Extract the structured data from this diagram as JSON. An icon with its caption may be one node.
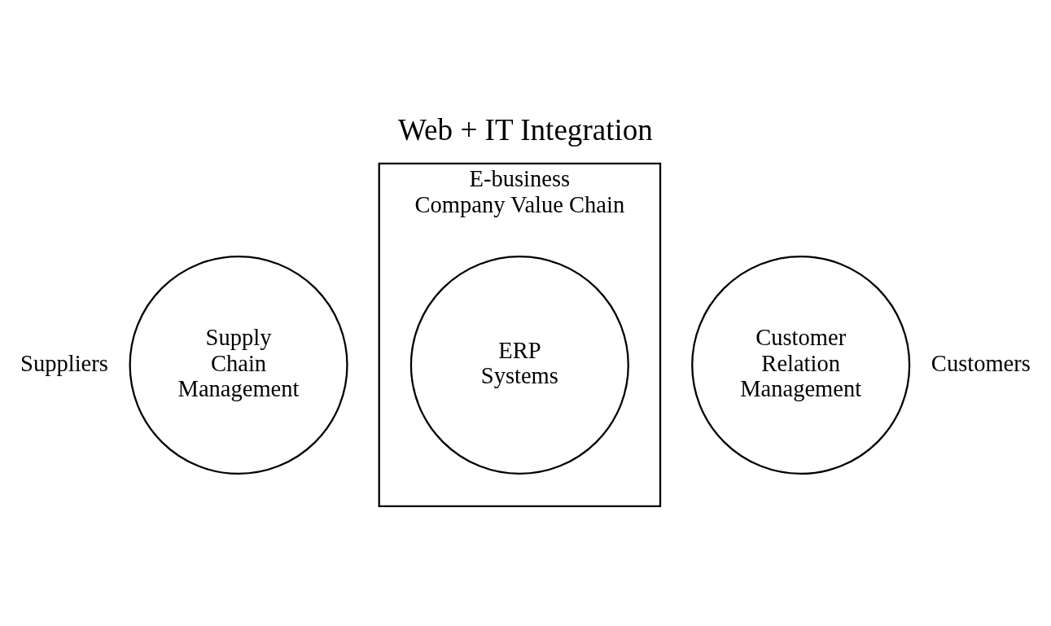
{
  "diagram": {
    "title": "Web + IT Integration",
    "nodes": [
      {
        "text": [
          "E-business",
          "Company Value Chain"
        ]
      },
      {
        "text": [
          "Supply Chain Management"
        ]
      },
      {
        "text": [
          "ERP Systems"
        ],
        "in": 0
      },
      {
        "text": [
          "Customer Relation Management"
        ]
      }
    ],
    "labels": [
      "Suppliers",
      "Customers"
    ]
  }
}
